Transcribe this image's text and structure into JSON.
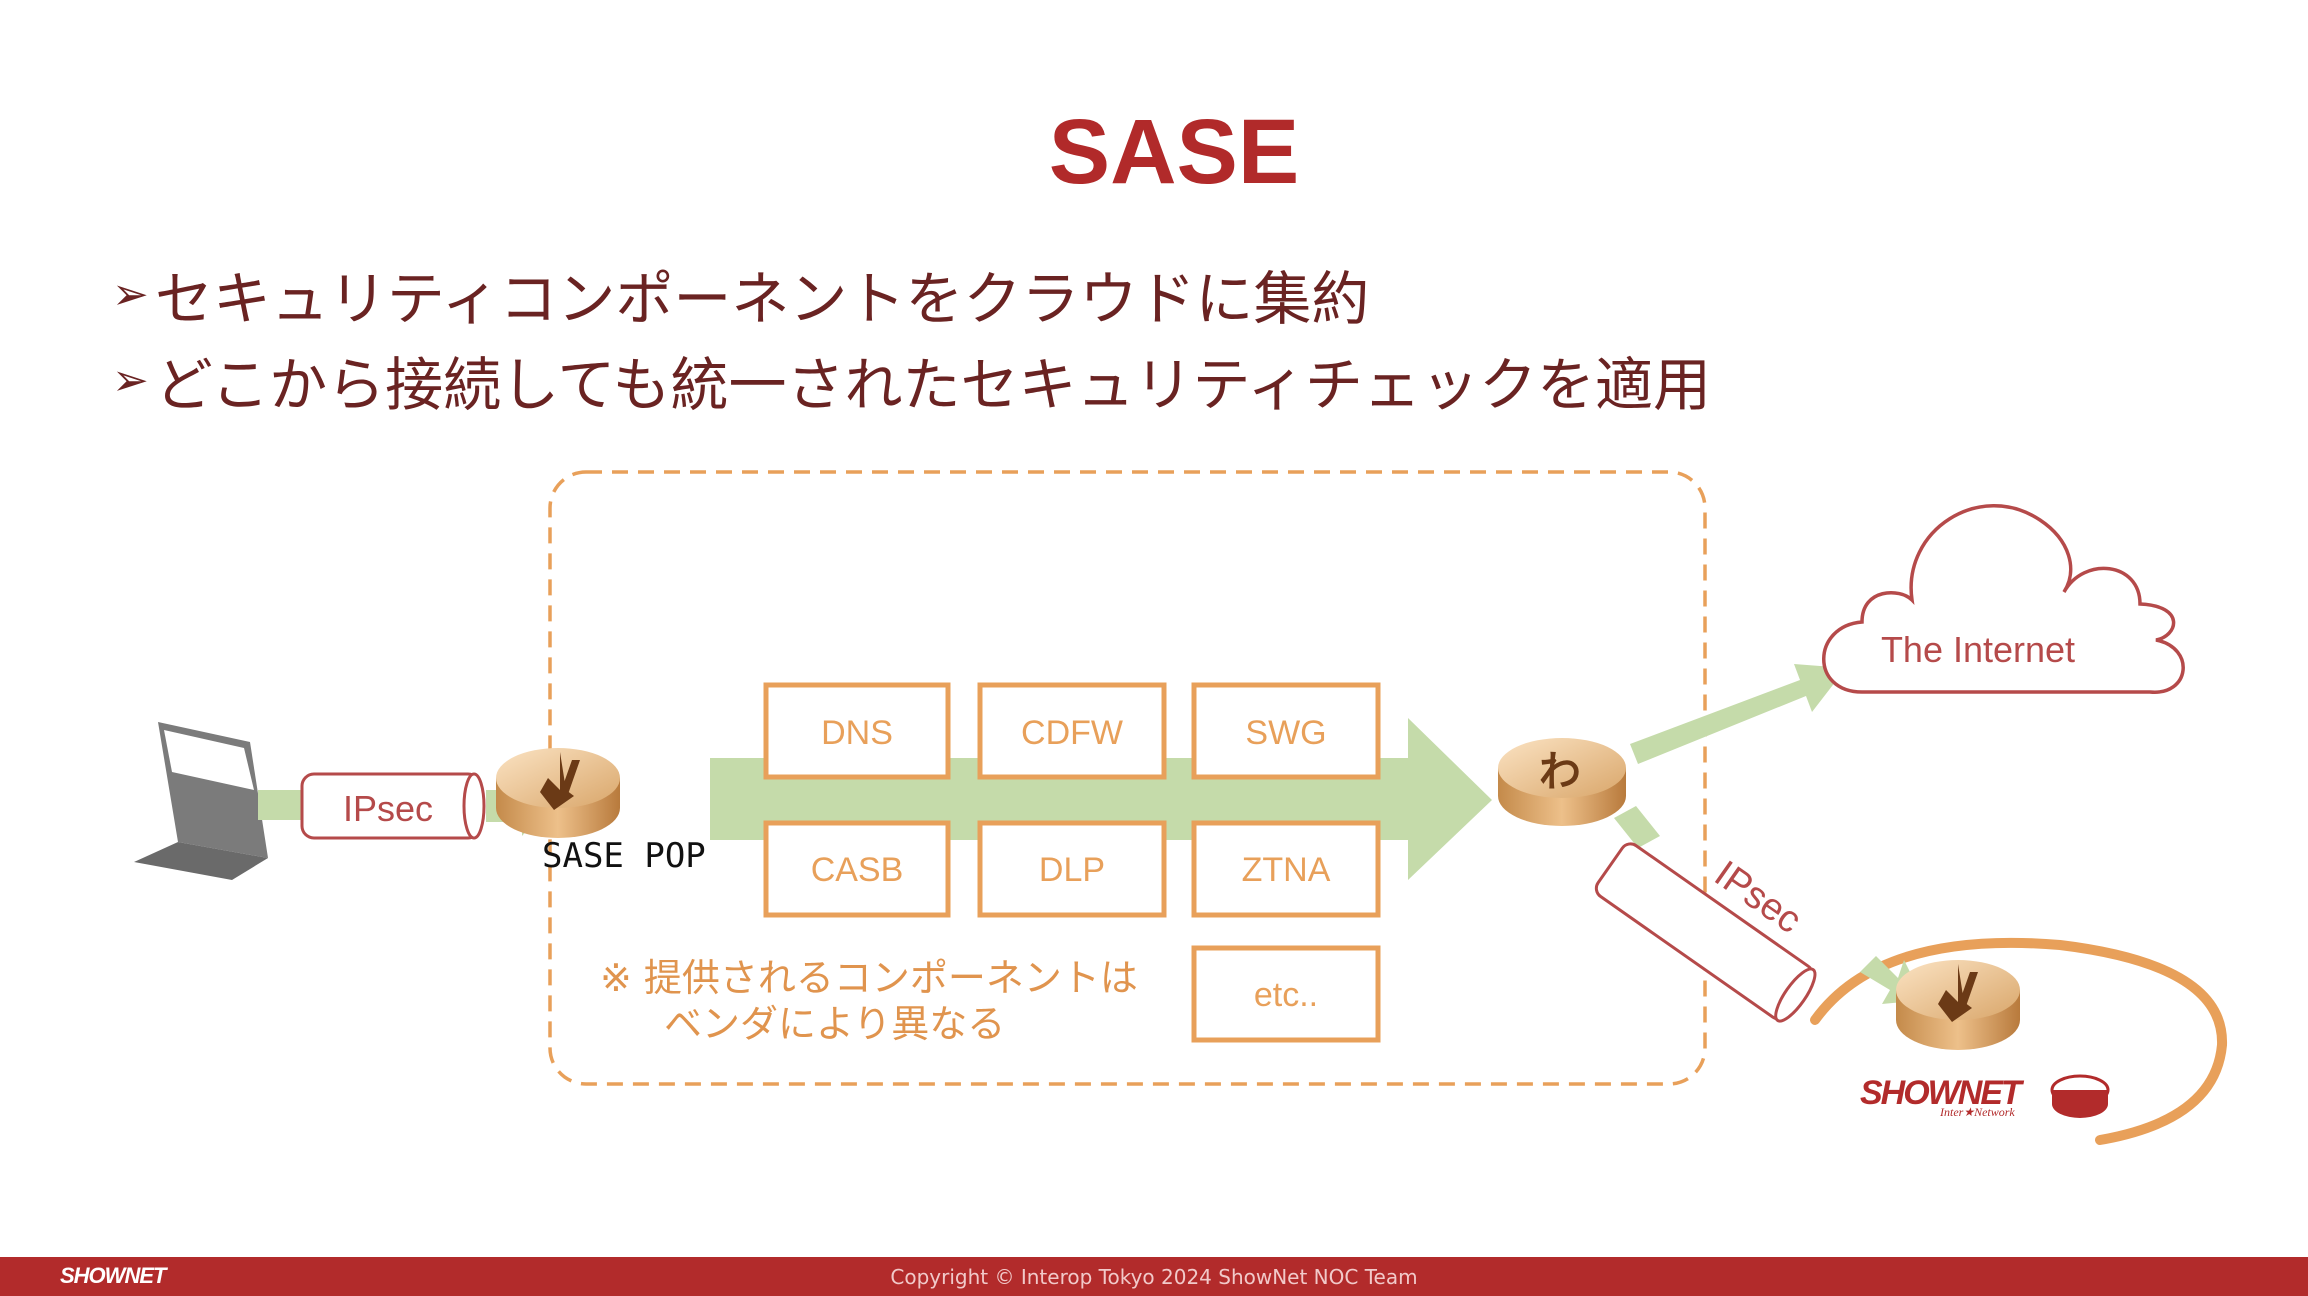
{
  "title": "SASE",
  "bullets": [
    {
      "mark": "➢",
      "text": "セキュリティコンポーネントをクラウドに集約"
    },
    {
      "mark": "➢",
      "text": "どこから接続しても統一されたセキュリティチェックを適用"
    }
  ],
  "diagram": {
    "left_tunnel_label": "IPsec",
    "right_tunnel_label": "IPsec",
    "sase_pop_label": "SASE POP",
    "components": [
      "DNS",
      "CDFW",
      "SWG",
      "CASB",
      "DLP",
      "ZTNA",
      "etc.."
    ],
    "internet_label": "The Internet",
    "note_line1": "※ 提供されるコンポーネントは",
    "note_line2": "ベンダにより異なる",
    "router_mark": "わ",
    "showmet_logo": "SHOWNET",
    "showmet_logo_sub": "Inter★Network"
  },
  "footer": {
    "copyright": "Copyright © Interop Tokyo 2024 ShowNet NOC Team",
    "logo": "SHOWNET"
  },
  "colors": {
    "title": "#b12a2a",
    "text": "#6a2322",
    "accent_orange": "#e8a05a",
    "green_arrow": "#c5dbaa",
    "footer": "#b22b2b"
  }
}
